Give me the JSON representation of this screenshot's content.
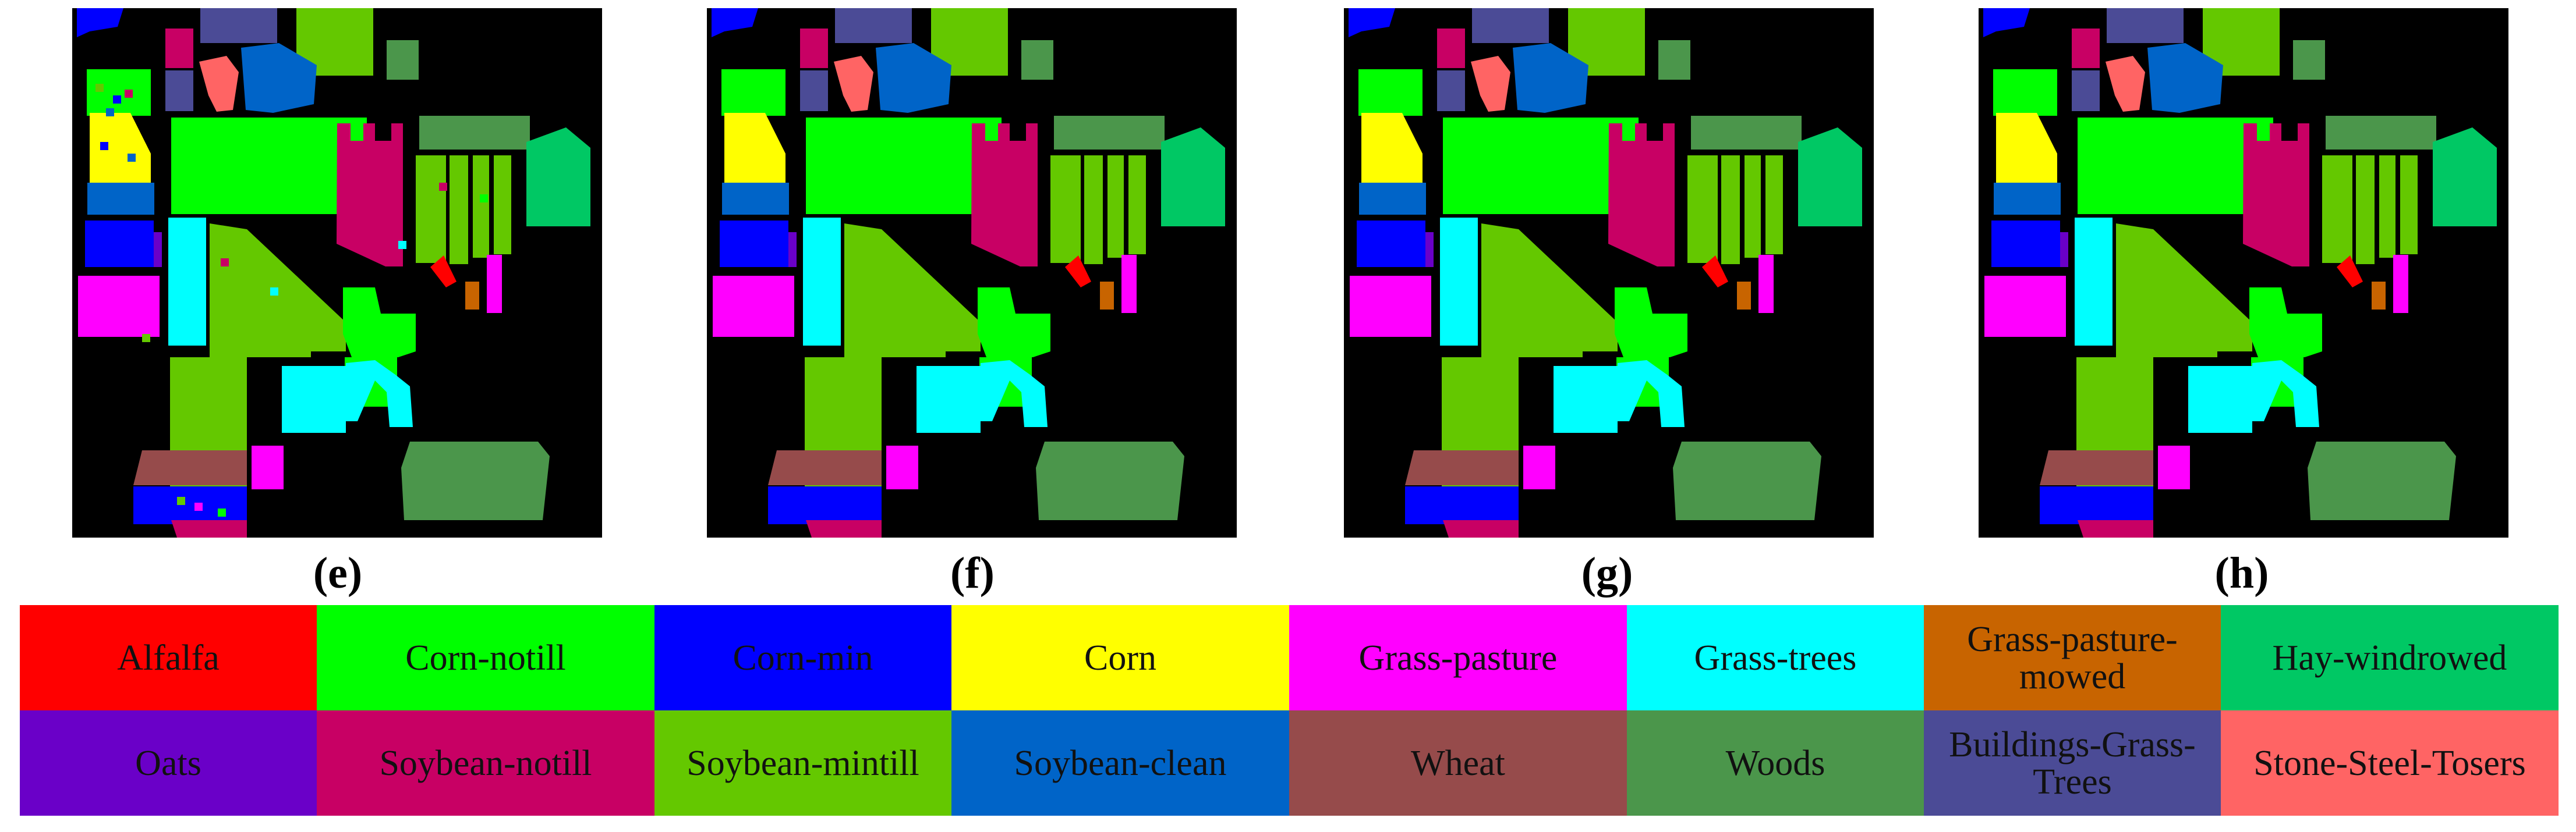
{
  "captions": [
    "(e)",
    "(f)",
    "(g)",
    "(h)"
  ],
  "legend": [
    {
      "label": "Alfalfa",
      "color": "#ff0000"
    },
    {
      "label": "Corn-notill",
      "color": "#00ff00"
    },
    {
      "label": "Corn-min",
      "color": "#0000ff"
    },
    {
      "label": "Corn",
      "color": "#ffff00"
    },
    {
      "label": "Grass-pasture",
      "color": "#ff00ff"
    },
    {
      "label": "Grass-trees",
      "color": "#00ffff"
    },
    {
      "label": "Grass-pasture-mowed",
      "color": "#c86400"
    },
    {
      "label": "Hay-windrowed",
      "color": "#00c864"
    },
    {
      "label": "Oats",
      "color": "#6a00c8"
    },
    {
      "label": "Soybean-notill",
      "color": "#c80064"
    },
    {
      "label": "Soybean-mintill",
      "color": "#64c800"
    },
    {
      "label": "Soybean-clean",
      "color": "#0064c8"
    },
    {
      "label": "Wheat",
      "color": "#964b4b"
    },
    {
      "label": "Woods",
      "color": "#4b964b"
    },
    {
      "label": "Buildings-Grass-Trees",
      "color": "#4b4b96"
    },
    {
      "label": "Stone-Steel-Tosers",
      "color": "#ff6464"
    }
  ]
}
